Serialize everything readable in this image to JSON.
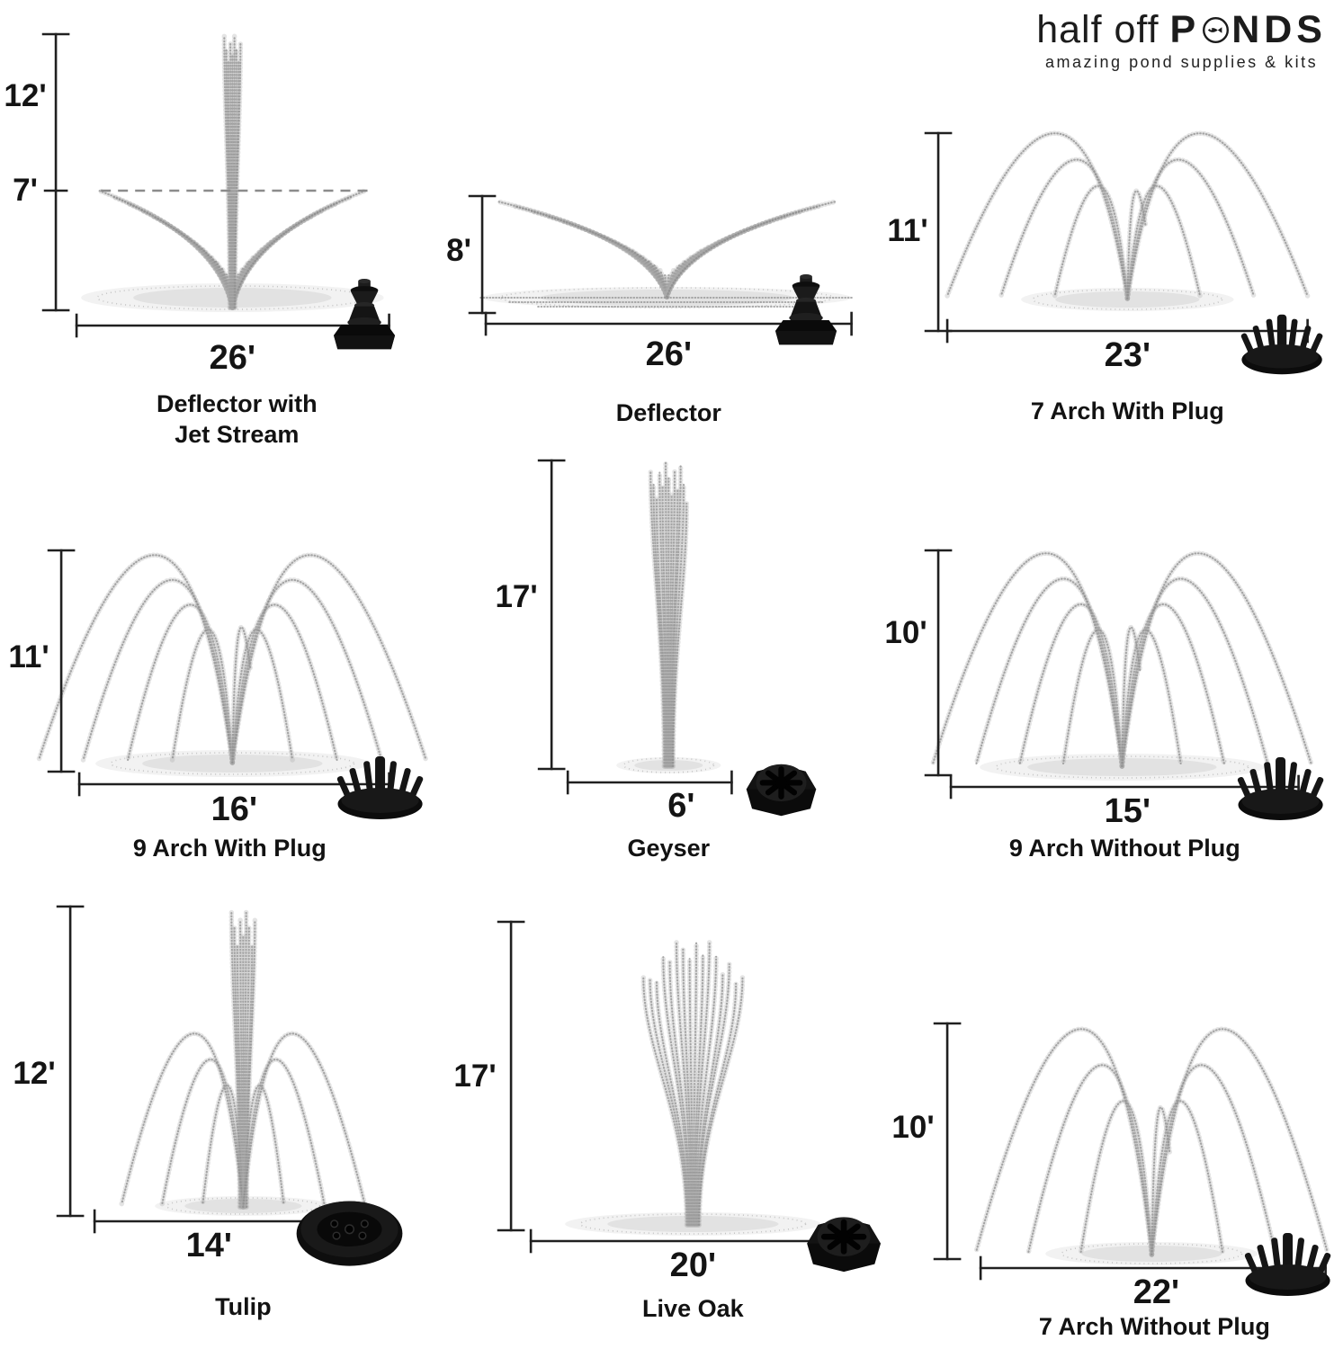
{
  "brand": {
    "prefix": "half off",
    "name_p": "P",
    "name_nds": "NDS",
    "tagline": "amazing pond supplies & kits"
  },
  "cells": [
    {
      "label1": "Deflector with",
      "label2": "Jet Stream",
      "jet_height": "12'",
      "spray_height": "7'",
      "width": "26'"
    },
    {
      "label1": "Deflector",
      "height": "8'",
      "width": "26'"
    },
    {
      "label1": "7 Arch With Plug",
      "height": "11'",
      "width": "23'"
    },
    {
      "label1": "9 Arch With Plug",
      "height": "11'",
      "width": "16'"
    },
    {
      "label1": "Geyser",
      "height": "17'",
      "width": "6'"
    },
    {
      "label1": "9 Arch Without Plug",
      "height": "10'",
      "width": "15'"
    },
    {
      "label1": "Tulip",
      "height": "12'",
      "width": "14'"
    },
    {
      "label1": "Live Oak",
      "height": "17'",
      "width": "20'"
    },
    {
      "label1": "7 Arch Without Plug",
      "height": "10'",
      "width": "22'"
    }
  ]
}
